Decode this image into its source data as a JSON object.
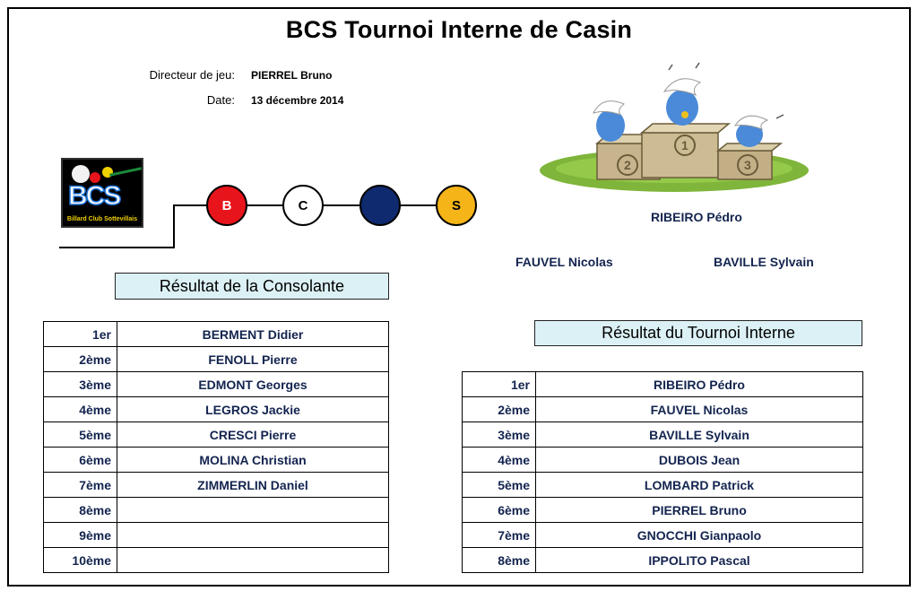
{
  "header": {
    "title": "BCS Tournoi Interne de Casin"
  },
  "meta": {
    "director_label": "Directeur de jeu:",
    "director_value": "PIERREL Bruno",
    "date_label": "Date:",
    "date_value": "13 décembre 2014"
  },
  "logo": {
    "letters": "BCS",
    "club": "Billard Club Sottevillais"
  },
  "balls": [
    {
      "letter": "B",
      "color": "#e8141b",
      "text_color": "#ffffff"
    },
    {
      "letter": "C",
      "color": "#ffffff",
      "text_color": "#000000"
    },
    {
      "letter": "",
      "color": "#0f2a6e",
      "text_color": "#ffffff"
    },
    {
      "letter": "S",
      "color": "#f5b417",
      "text_color": "#000000"
    }
  ],
  "podium": {
    "first": "RIBEIRO Pédro",
    "second": "FAUVEL Nicolas",
    "third": "BAVILLE Sylvain"
  },
  "consolante": {
    "title": "Résultat de la Consolante",
    "rows": [
      {
        "rank": "1er",
        "name": "BERMENT Didier"
      },
      {
        "rank": "2ème",
        "name": "FENOLL Pierre"
      },
      {
        "rank": "3ème",
        "name": "EDMONT Georges"
      },
      {
        "rank": "4ème",
        "name": "LEGROS Jackie"
      },
      {
        "rank": "5ème",
        "name": "CRESCI Pierre"
      },
      {
        "rank": "6ème",
        "name": "MOLINA Christian"
      },
      {
        "rank": "7ème",
        "name": "ZIMMERLIN Daniel"
      },
      {
        "rank": "8ème",
        "name": ""
      },
      {
        "rank": "9ème",
        "name": ""
      },
      {
        "rank": "10ème",
        "name": ""
      }
    ]
  },
  "tournoi": {
    "title": "Résultat du Tournoi Interne",
    "rows": [
      {
        "rank": "1er",
        "name": "RIBEIRO Pédro"
      },
      {
        "rank": "2ème",
        "name": "FAUVEL Nicolas"
      },
      {
        "rank": "3ème",
        "name": "BAVILLE Sylvain"
      },
      {
        "rank": "4ème",
        "name": "DUBOIS Jean"
      },
      {
        "rank": "5ème",
        "name": "LOMBARD Patrick"
      },
      {
        "rank": "6ème",
        "name": "PIERREL Bruno"
      },
      {
        "rank": "7ème",
        "name": "GNOCCHI Gianpaolo"
      },
      {
        "rank": "8ème",
        "name": "IPPOLITO Pascal"
      }
    ]
  }
}
